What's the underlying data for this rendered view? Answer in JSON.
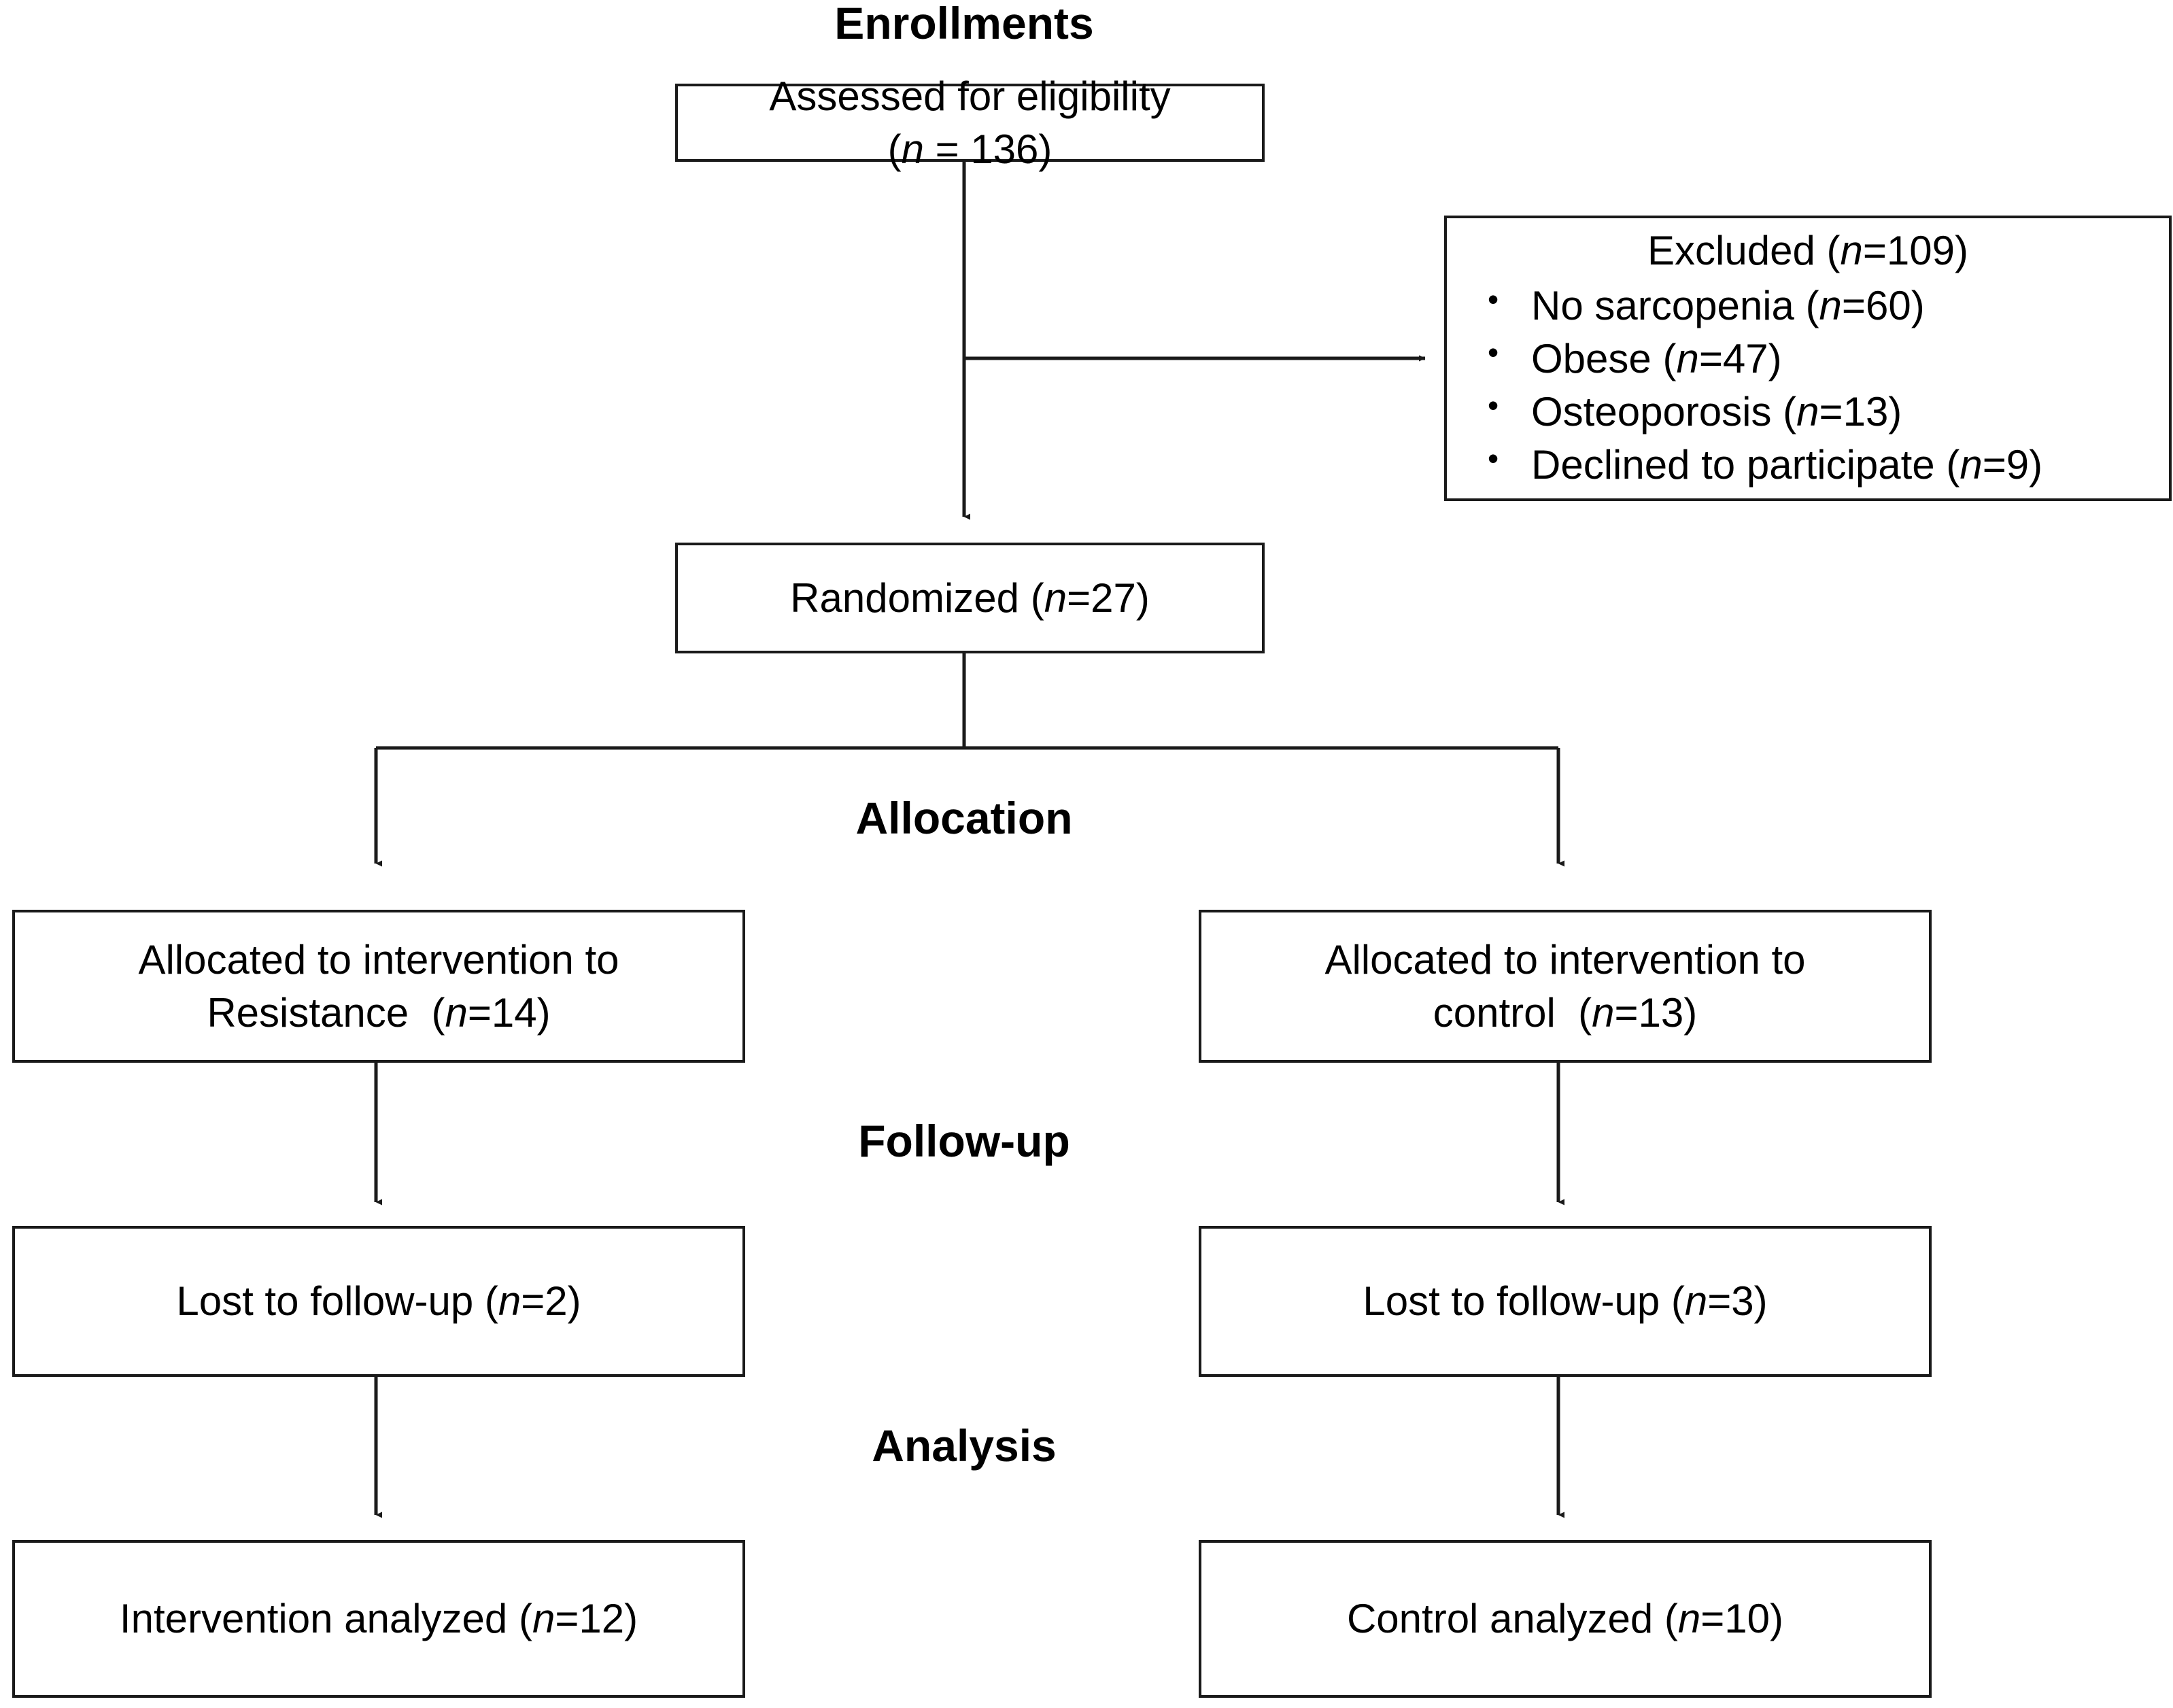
{
  "diagram": {
    "type": "consort-flow-diagram",
    "background": "#ffffff",
    "line_color": "#1a1a1a"
  },
  "stages": {
    "enrollments": "Enrollments",
    "allocation": "Allocation",
    "followup": "Follow-up",
    "analysis": "Analysis"
  },
  "nodes": {
    "assessed": {
      "line1": "Assessed for eligibility",
      "line2_pre": "(",
      "line2_n": "n",
      "line2_post": " = 136)"
    },
    "excluded": {
      "head_pre": "Excluded (",
      "head_n": "n",
      "head_post": "=109)",
      "items": [
        {
          "bullet": "•",
          "pre": "No sarcopenia (",
          "n": "n",
          "post": "=60)"
        },
        {
          "bullet": "•",
          "pre": "Obese (",
          "n": "n",
          "post": "=47)"
        },
        {
          "bullet": "•",
          "pre": "Osteoporosis (",
          "n": "n",
          "post": "=13)"
        },
        {
          "bullet": "•",
          "pre": "Declined to participate (",
          "n": "n",
          "post": "=9)"
        }
      ]
    },
    "randomized": {
      "pre": "Randomized (",
      "n": "n",
      "post": "=27)"
    },
    "alloc_left": {
      "line1": "Allocated to intervention to",
      "line2_pre": "Resistance  (",
      "line2_n": "n",
      "line2_post": "=14)"
    },
    "alloc_right": {
      "line1": "Allocated to intervention to",
      "line2_pre": "control  (",
      "line2_n": "n",
      "line2_post": "=13)"
    },
    "lost_left": {
      "pre": "Lost to follow-up (",
      "n": "n",
      "post": "=2)"
    },
    "lost_right": {
      "pre": "Lost to follow-up (",
      "n": "n",
      "post": "=3)"
    },
    "analyzed_left": {
      "pre": "Intervention analyzed (",
      "n": "n",
      "post": "=12)"
    },
    "analyzed_right": {
      "pre": "Control analyzed (",
      "n": "n",
      "post": "=10)"
    }
  },
  "counts": {
    "assessed_for_eligibility": 136,
    "excluded_total": 109,
    "excluded_no_sarcopenia": 60,
    "excluded_obese": 47,
    "excluded_osteoporosis": 13,
    "excluded_declined": 9,
    "randomized": 27,
    "allocated_resistance": 14,
    "allocated_control": 13,
    "lost_followup_resistance": 2,
    "lost_followup_control": 3,
    "analyzed_intervention": 12,
    "analyzed_control": 10
  }
}
